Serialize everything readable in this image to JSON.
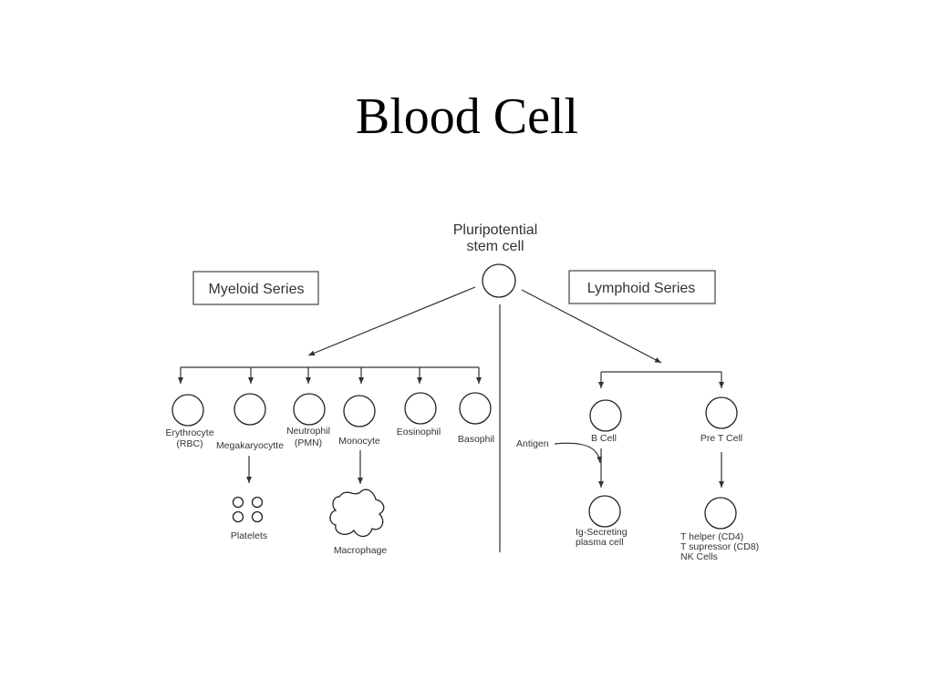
{
  "title": "Blood Cell",
  "diagram": {
    "root": {
      "line1": "Pluripotential",
      "line2": "stem cell"
    },
    "myeloid_series": "Myeloid Series",
    "lymphoid_series": "Lymphoid Series",
    "myeloid_cells": {
      "erythrocyte": {
        "line1": "Erythrocyte",
        "line2": "(RBC)"
      },
      "megakaryocyte": "Megakaryocytte",
      "neutrophil": {
        "line1": "Neutrophil",
        "line2": "(PMN)"
      },
      "monocyte": "Monocyte",
      "eosinophil": "Eosinophil",
      "basophil": "Basophil"
    },
    "platelets": "Platelets",
    "macrophage": "Macrophage",
    "antigen": "Antigen",
    "b_cell": "B Cell",
    "pre_t_cell": "Pre T Cell",
    "plasma_cell": {
      "line1": "Ig-Secreting",
      "line2": "plasma cell"
    },
    "t_cells": {
      "line1": "T helper (CD4)",
      "line2": "T supressor (CD8)",
      "line3": "NK Cells"
    }
  }
}
